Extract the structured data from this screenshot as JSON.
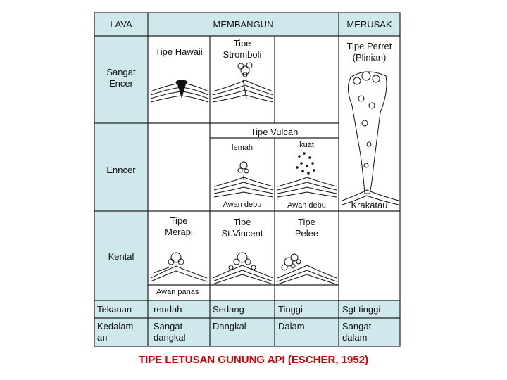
{
  "headers": {
    "lava": "LAVA",
    "membangun": "MEMBANGUN",
    "merusak": "MERUSAK"
  },
  "rows": {
    "sangat_encer": "Sangat\nEncer",
    "encer": "Enncer",
    "kental": "Kental"
  },
  "types": {
    "hawaii": "Tipe Hawaii",
    "stromboli": "Tipe\nStromboli",
    "perret": "Tipe Perret\n(Plinian)",
    "vulcan": "Tipe Vulcan",
    "lemah": "lemah",
    "kuat": "kuat",
    "merapi": "Tipe\nMerapi",
    "st_vincent": "Tipe\nSt.Vincent",
    "pelee": "Tipe\nPelee"
  },
  "labels": {
    "awan_debu_1": "Awan debu",
    "awan_debu_2": "Awan debu",
    "krakatau": "Krakatau",
    "awan_panas": "Awan panas"
  },
  "table": {
    "tekanan_label": "Tekanan",
    "kedalaman_label": "Kedalam-\nan",
    "tekanan": [
      "rendah",
      "Sedang",
      "Tinggi",
      "Sgt tinggi"
    ],
    "kedalaman": [
      "Sangat\ndangkal",
      "Dangkal",
      "Dalam",
      "Sangat\ndalam"
    ]
  },
  "caption": "TIPE LETUSAN GUNUNG API (ESCHER, 1952)"
}
